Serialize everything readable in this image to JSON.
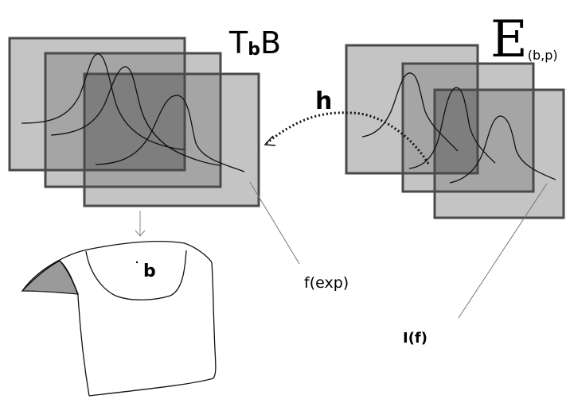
{
  "labels": {
    "tangent_space": {
      "main": "T",
      "sub": "b",
      "tail": "B"
    },
    "bundle": {
      "main": "E",
      "sub": "(b,p)"
    },
    "map": "h",
    "point": "b",
    "f_exp": "f(exp)",
    "i_f": "I(f)"
  },
  "colors": {
    "frame_stroke": "#4a4a4a",
    "frame_light": "#c4c4c4",
    "frame_mid": "#a5a5a5",
    "frame_dark": "#7e7e7e",
    "curve": "#111111",
    "fold_fill": "#9a9a9a",
    "leader": "#777777"
  }
}
